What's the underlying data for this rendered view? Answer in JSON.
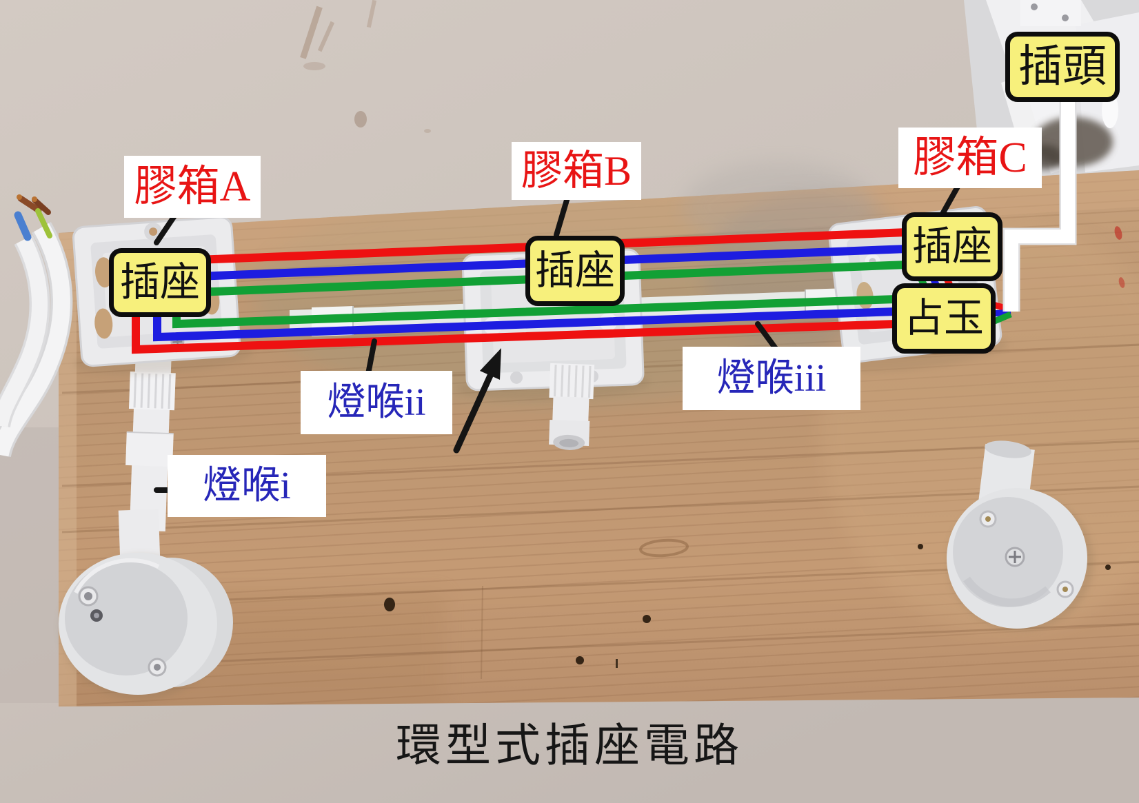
{
  "image": {
    "title": "環型式插座電路"
  },
  "labels": {
    "plug": "插頭",
    "box_a": "膠箱A",
    "box_b": "膠箱B",
    "box_c": "膠箱C",
    "socket_a": "插座",
    "socket_b": "插座",
    "socket_c": "插座",
    "spur": "占玉",
    "conduit_i": "燈喉i",
    "conduit_ii": "燈喉ii",
    "conduit_iii": "燈喉iii"
  },
  "colors": {
    "wire_red": "#ee1111",
    "wire_blue": "#1d1de0",
    "wire_green": "#12a035",
    "wire_white": "#ffffff",
    "label_yellow_bg": "#f7f07c",
    "label_red_text": "#e81414",
    "label_blue_text": "#2626b8",
    "annotation_black": "#0d0d0d"
  }
}
